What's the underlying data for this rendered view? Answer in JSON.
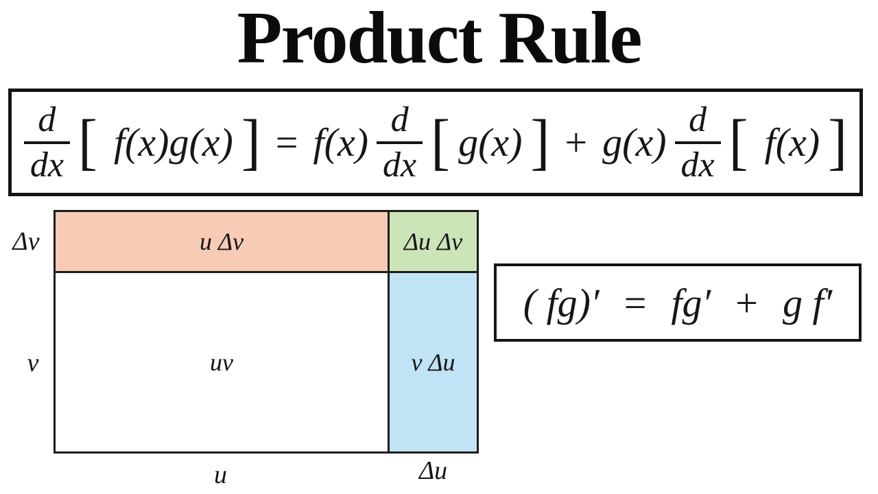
{
  "title": "Product Rule",
  "derivative": {
    "num": "d",
    "den": "dx",
    "open": "[",
    "close": "]",
    "lhs_product": "f(x)g(x)",
    "eq": "=",
    "factor1": "f(x)",
    "operand1": "g(x)",
    "plus": "+",
    "factor2": "g(x)",
    "operand2": "f(x)"
  },
  "compact": {
    "lhs": "( fg)′",
    "eq": "=",
    "term1": "fg′",
    "plus": "+",
    "term2": "g f′"
  },
  "diagram": {
    "regions": {
      "top_left": {
        "label": "u Δv",
        "color": "#f7cbb5"
      },
      "top_right": {
        "label": "Δu Δv",
        "color": "#cbe4b8"
      },
      "bottom_left": {
        "label": "uv",
        "color": "#ffffff"
      },
      "bottom_right": {
        "label": "v Δu",
        "color": "#c1e3f6"
      }
    },
    "axis": {
      "left_top": "Δv",
      "left_bottom": "v",
      "bottom_left": "u",
      "bottom_right": "Δu"
    }
  },
  "colors": {
    "ink": "#141414",
    "pink": "#f7cbb5",
    "green": "#cbe4b8",
    "blue": "#c1e3f6",
    "background": "#ffffff"
  }
}
